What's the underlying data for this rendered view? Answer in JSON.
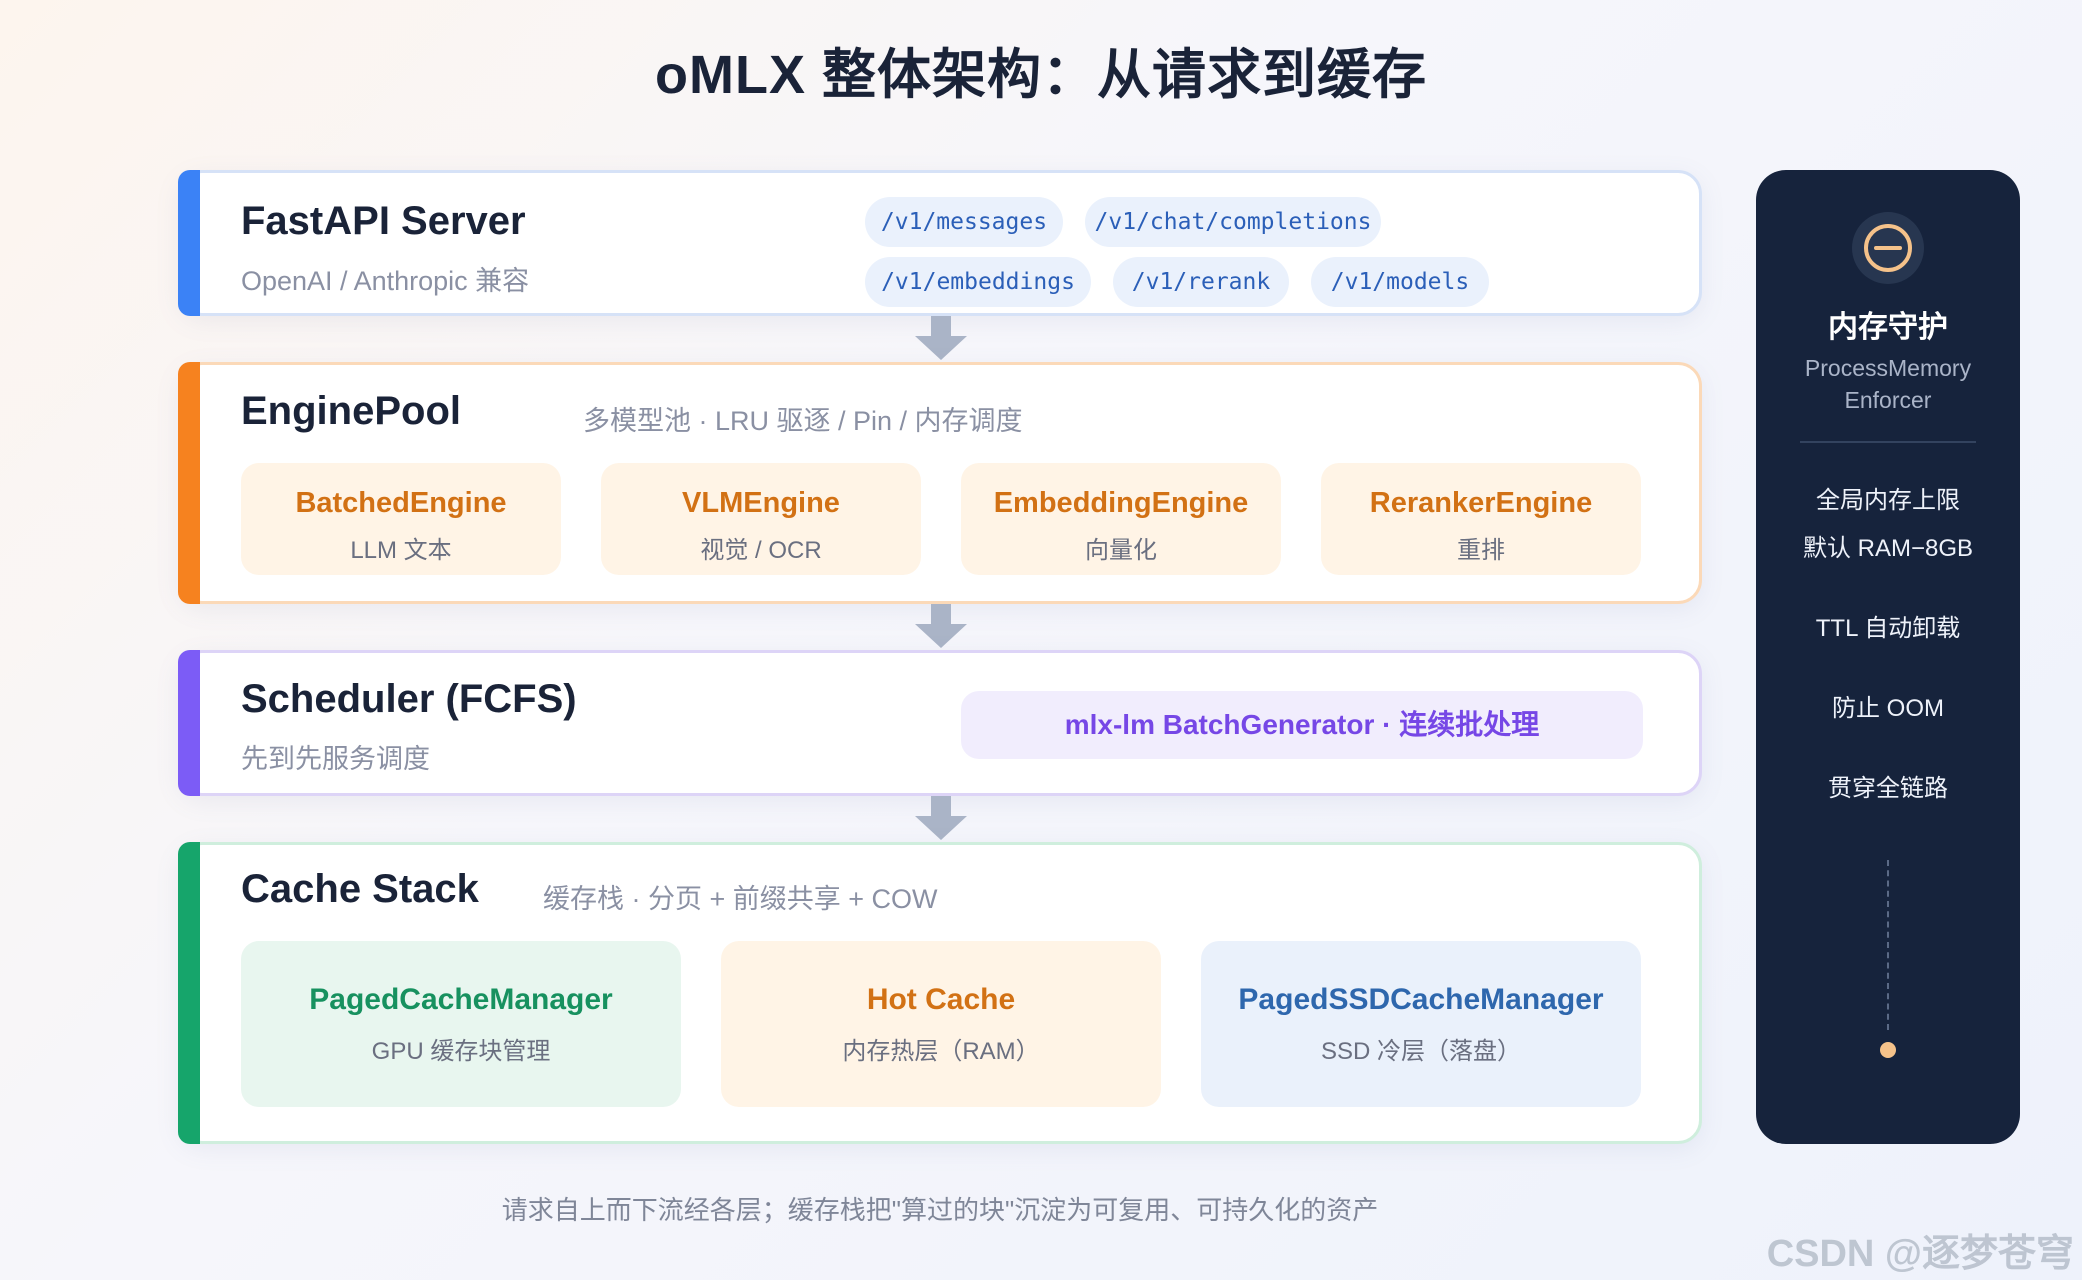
{
  "title": "oMLX 整体架构：从请求到缓存",
  "fastapi": {
    "title": "FastAPI Server",
    "subtitle": "OpenAI / Anthropic 兼容",
    "endpoints": [
      "/v1/messages",
      "/v1/chat/completions",
      "/v1/embeddings",
      "/v1/rerank",
      "/v1/models"
    ]
  },
  "enginepool": {
    "title": "EnginePool",
    "subtitle": "多模型池 · LRU 驱逐 / Pin / 内存调度",
    "engines": [
      {
        "name": "BatchedEngine",
        "desc": "LLM 文本"
      },
      {
        "name": "VLMEngine",
        "desc": "视觉 / OCR"
      },
      {
        "name": "EmbeddingEngine",
        "desc": "向量化"
      },
      {
        "name": "RerankerEngine",
        "desc": "重排"
      }
    ]
  },
  "scheduler": {
    "title": "Scheduler (FCFS)",
    "subtitle": "先到先服务调度",
    "batch_prefix": "mlx-lm BatchGenerator · ",
    "batch_suffix": "连续批处理"
  },
  "cache": {
    "title": "Cache Stack",
    "subtitle": "缓存栈 · 分页 + 前缀共享 + COW",
    "tiers": [
      {
        "name": "PagedCacheManager",
        "desc": "GPU 缓存块管理"
      },
      {
        "name": "Hot Cache",
        "desc": "内存热层（RAM）"
      },
      {
        "name": "PagedSSDCacheManager",
        "desc": "SSD 冷层（落盘）"
      }
    ]
  },
  "sidebar": {
    "icon": "minus-circle-icon",
    "title": "内存守护",
    "subtitle_line1": "ProcessMemory",
    "subtitle_line2": "Enforcer",
    "features": [
      "全局内存上限",
      "默认 RAM−8GB",
      "TTL 自动卸载",
      "防止 OOM",
      "贯穿全链路"
    ]
  },
  "footer": "请求自上而下流经各层；缓存栈把\"算过的块\"沉淀为可复用、可持久化的资产",
  "watermark": "CSDN @逐梦苍穹",
  "colors": {
    "fastapi_accent": "#3b82f6",
    "engine_accent": "#f6821f",
    "scheduler_accent": "#7c5cf6",
    "cache_accent": "#16a56b",
    "sidebar_bg": "#16233c"
  }
}
